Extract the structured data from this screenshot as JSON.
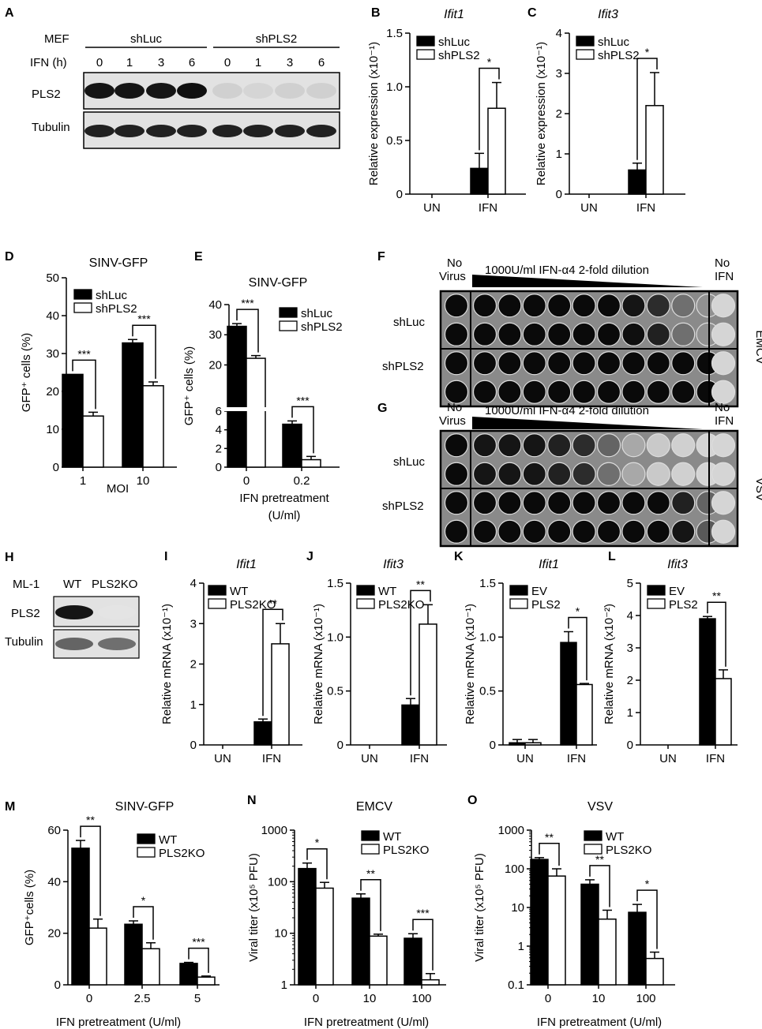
{
  "colors": {
    "black": "#000000",
    "white": "#ffffff",
    "blot_bg": "#e2e2e2",
    "band": "#101010",
    "plate_bg": "#8a8a8a"
  },
  "panelA": {
    "label": "A",
    "row_label_cells": "MEF",
    "row_label_time": "IFN (h)",
    "group_shLuc": "shLuc",
    "group_shPLS2": "shPLS2",
    "times": [
      "0",
      "1",
      "3",
      "6",
      "0",
      "1",
      "3",
      "6"
    ],
    "blot_PLS2": "PLS2",
    "blot_Tubulin": "Tubulin",
    "pls2_intensity": [
      0.95,
      0.95,
      0.95,
      0.98,
      0.12,
      0.1,
      0.12,
      0.12
    ],
    "tubulin_intensity": [
      0.9,
      0.9,
      0.9,
      0.9,
      0.9,
      0.9,
      0.9,
      0.9
    ]
  },
  "panelF": {
    "label": "F",
    "no_virus": [
      "No",
      "Virus"
    ],
    "dilution": "1000U/ml IFN-α4 2-fold dilution",
    "no_ifn": [
      "No",
      "IFN"
    ],
    "rows": [
      "shLuc",
      "shPLS2"
    ],
    "virus": "EMCV",
    "darkness": [
      [
        1,
        1,
        1,
        1,
        1,
        1,
        1,
        0.95,
        0.85,
        0.55,
        0.4,
        0.1
      ],
      [
        1,
        1,
        1,
        1,
        1,
        1,
        1,
        0.98,
        0.9,
        0.55,
        0.4,
        0.1
      ],
      [
        1,
        1,
        1,
        1,
        1,
        1,
        1,
        1,
        1,
        1,
        1,
        0.1
      ],
      [
        1,
        1,
        1,
        1,
        1,
        1,
        1,
        1,
        1,
        1,
        1,
        0.1
      ]
    ]
  },
  "panelG": {
    "label": "G",
    "no_virus": [
      "No",
      "Virus"
    ],
    "dilution": "1000U/ml IFN-α4 2-fold dilution",
    "no_ifn": [
      "No",
      "IFN"
    ],
    "rows": [
      "shLuc",
      "shPLS2"
    ],
    "virus": "VSV",
    "darkness": [
      [
        1,
        0.95,
        0.95,
        0.95,
        0.9,
        0.85,
        0.6,
        0.3,
        0.15,
        0.12,
        0.1,
        0.1
      ],
      [
        1,
        0.95,
        0.95,
        0.95,
        0.9,
        0.85,
        0.55,
        0.3,
        0.15,
        0.12,
        0.1,
        0.1
      ],
      [
        1,
        1,
        1,
        1,
        1,
        1,
        1,
        1,
        1,
        0.9,
        0.6,
        0.1
      ],
      [
        1,
        1,
        1,
        1,
        1,
        1,
        1,
        1,
        1,
        0.95,
        0.65,
        0.1
      ]
    ]
  },
  "panelH": {
    "label": "H",
    "row_label_cells": "ML-1",
    "lanes": [
      "WT",
      "PLS2KO"
    ],
    "blot_PLS2": "PLS2",
    "blot_Tubulin": "Tubulin",
    "pls2_intensity": [
      0.95,
      0.03
    ],
    "tubulin_intensity": [
      0.6,
      0.55
    ]
  },
  "chart_data": [
    {
      "id": "B",
      "label": "B",
      "type": "bar",
      "title": "Ifit1",
      "title_italic": true,
      "ylabel": "Relative expression (x10⁻¹)",
      "xlabel": "",
      "categories": [
        "UN",
        "IFN"
      ],
      "yticks": [
        "0",
        "0.5",
        "1.0",
        "1.5"
      ],
      "ylim": [
        0,
        1.5
      ],
      "series": [
        {
          "name": "shLuc",
          "fill": "black",
          "values": [
            0,
            0.24
          ],
          "errors": [
            0,
            0.14
          ]
        },
        {
          "name": "shPLS2",
          "fill": "white",
          "values": [
            0,
            0.8
          ],
          "errors": [
            0,
            0.24
          ]
        }
      ],
      "significance": [
        {
          "category": 1,
          "text": "*"
        }
      ]
    },
    {
      "id": "C",
      "label": "C",
      "type": "bar",
      "title": "Ifit3",
      "title_italic": true,
      "ylabel": "Relative expression (x10⁻¹)",
      "xlabel": "",
      "categories": [
        "UN",
        "IFN"
      ],
      "yticks": [
        "0",
        "1",
        "2",
        "3",
        "4"
      ],
      "ylim": [
        0,
        4
      ],
      "series": [
        {
          "name": "shLuc",
          "fill": "black",
          "values": [
            0,
            0.6
          ],
          "errors": [
            0,
            0.17
          ]
        },
        {
          "name": "shPLS2",
          "fill": "white",
          "values": [
            0,
            2.2
          ],
          "errors": [
            0,
            0.82
          ]
        }
      ],
      "significance": [
        {
          "category": 1,
          "text": "*"
        }
      ]
    },
    {
      "id": "D",
      "label": "D",
      "type": "bar",
      "title": "SINV-GFP",
      "ylabel": "GFP⁺ cells (%)",
      "xlabel": "MOI",
      "categories": [
        "1",
        "10"
      ],
      "yticks": [
        "0",
        "10",
        "20",
        "30",
        "40",
        "50"
      ],
      "ylim": [
        0,
        50
      ],
      "series": [
        {
          "name": "shLuc",
          "fill": "black",
          "values": [
            24.5,
            32.8
          ],
          "errors": [
            0,
            0.9
          ]
        },
        {
          "name": "shPLS2",
          "fill": "white",
          "values": [
            13.5,
            21.5
          ],
          "errors": [
            1,
            1
          ]
        }
      ],
      "significance": [
        {
          "category": 0,
          "text": "***"
        },
        {
          "category": 1,
          "text": "***"
        }
      ]
    },
    {
      "id": "E",
      "label": "E",
      "type": "bar",
      "title": "SINV-GFP",
      "ylabel": "GFP⁺ cells (%)",
      "xlabel": "IFN pretreatment (U/ml)",
      "categories": [
        "0",
        "0.2"
      ],
      "broken_axis": true,
      "ylim_lower": [
        0,
        6
      ],
      "ylim_upper": [
        6,
        40
      ],
      "yticks_lower": [
        "0",
        "2",
        "4",
        "6"
      ],
      "yticks_upper": [
        "20",
        "30",
        "40"
      ],
      "series": [
        {
          "name": "shLuc",
          "fill": "black",
          "values": [
            32.8,
            4.6
          ],
          "errors": [
            0.9,
            0.35
          ]
        },
        {
          "name": "shPLS2",
          "fill": "white",
          "values": [
            22.2,
            0.8
          ],
          "errors": [
            0.9,
            0.35
          ]
        }
      ],
      "significance": [
        {
          "category": 0,
          "text": "***"
        },
        {
          "category": 1,
          "text": "***"
        }
      ]
    },
    {
      "id": "I",
      "label": "I",
      "type": "bar",
      "title": "Ifit1",
      "title_italic": true,
      "ylabel": "Relative mRNA (x10⁻¹)",
      "xlabel": "",
      "categories": [
        "UN",
        "IFN"
      ],
      "yticks": [
        "0",
        "1",
        "2",
        "3",
        "4"
      ],
      "ylim": [
        0,
        4
      ],
      "series": [
        {
          "name": "WT",
          "fill": "black",
          "values": [
            0,
            0.57
          ],
          "errors": [
            0,
            0.07
          ]
        },
        {
          "name": "PLS2KO",
          "fill": "white",
          "values": [
            0,
            2.5
          ],
          "errors": [
            0,
            0.5
          ]
        }
      ],
      "significance": [
        {
          "category": 1,
          "text": "**"
        }
      ]
    },
    {
      "id": "J",
      "label": "J",
      "type": "bar",
      "title": "Ifit3",
      "title_italic": true,
      "ylabel": "Relative mRNA (x10⁻¹)",
      "xlabel": "",
      "categories": [
        "UN",
        "IFN"
      ],
      "yticks": [
        "0",
        "0.5",
        "1.0",
        "1.5"
      ],
      "ylim": [
        0,
        1.5
      ],
      "series": [
        {
          "name": "WT",
          "fill": "black",
          "values": [
            0,
            0.37
          ],
          "errors": [
            0,
            0.06
          ]
        },
        {
          "name": "PLS2KO",
          "fill": "white",
          "values": [
            0,
            1.12
          ],
          "errors": [
            0,
            0.18
          ]
        }
      ],
      "significance": [
        {
          "category": 1,
          "text": "**"
        }
      ]
    },
    {
      "id": "K",
      "label": "K",
      "type": "bar",
      "title": "Ifit1",
      "title_italic": true,
      "ylabel": "Relative mRNA (x10⁻¹)",
      "xlabel": "",
      "categories": [
        "UN",
        "IFN"
      ],
      "yticks": [
        "0",
        "0.5",
        "1.0",
        "1.5"
      ],
      "ylim": [
        0,
        1.5
      ],
      "series": [
        {
          "name": "EV",
          "fill": "black",
          "values": [
            0.02,
            0.95
          ],
          "errors": [
            0.03,
            0.1
          ]
        },
        {
          "name": "PLS2",
          "fill": "white",
          "values": [
            0.02,
            0.56
          ],
          "errors": [
            0.03,
            0.01
          ]
        }
      ],
      "significance": [
        {
          "category": 1,
          "text": "*"
        }
      ]
    },
    {
      "id": "L",
      "label": "L",
      "type": "bar",
      "title": "Ifit3",
      "title_italic": true,
      "ylabel": "Relative mRNA (x10⁻²)",
      "xlabel": "",
      "categories": [
        "UN",
        "IFN"
      ],
      "yticks": [
        "0",
        "1",
        "2",
        "3",
        "4",
        "5"
      ],
      "ylim": [
        0,
        5
      ],
      "series": [
        {
          "name": "EV",
          "fill": "black",
          "values": [
            0,
            3.9
          ],
          "errors": [
            0,
            0.07
          ]
        },
        {
          "name": "PLS2",
          "fill": "white",
          "values": [
            0,
            2.05
          ],
          "errors": [
            0,
            0.27
          ]
        }
      ],
      "significance": [
        {
          "category": 1,
          "text": "**"
        }
      ]
    },
    {
      "id": "M",
      "label": "M",
      "type": "bar",
      "title": "SINV-GFP",
      "ylabel": "GFP⁺cells (%)",
      "xlabel": "IFN pretreatment  (U/ml)",
      "categories": [
        "0",
        "2.5",
        "5"
      ],
      "yticks": [
        "0",
        "20",
        "40",
        "60"
      ],
      "ylim": [
        0,
        60
      ],
      "series": [
        {
          "name": "WT",
          "fill": "black",
          "values": [
            53,
            23.5,
            8.3
          ],
          "errors": [
            3,
            1.3,
            0.4
          ]
        },
        {
          "name": "PLS2KO",
          "fill": "white",
          "values": [
            22,
            14,
            3
          ],
          "errors": [
            3.5,
            2.3,
            0.4
          ]
        }
      ],
      "significance": [
        {
          "category": 0,
          "text": "**"
        },
        {
          "category": 1,
          "text": "*"
        },
        {
          "category": 2,
          "text": "***"
        }
      ]
    },
    {
      "id": "N",
      "label": "N",
      "type": "bar",
      "title": "EMCV",
      "ylabel": "Viral titer (x10⁵ PFU)",
      "xlabel": "IFN pretreatment (U/ml)",
      "categories": [
        "0",
        "10",
        "100"
      ],
      "yscale": "log",
      "ylim": [
        1,
        1000
      ],
      "yticks": [
        "1",
        "10",
        "100",
        "1000"
      ],
      "series": [
        {
          "name": "WT",
          "fill": "black",
          "values": [
            180,
            48,
            8
          ],
          "errors_up": [
            230,
            58,
            9.8
          ]
        },
        {
          "name": "PLS2KO",
          "fill": "white",
          "values": [
            75,
            8.8,
            1.25
          ],
          "errors_up": [
            97,
            9.6,
            1.65
          ]
        }
      ],
      "significance": [
        {
          "category": 0,
          "text": "*"
        },
        {
          "category": 1,
          "text": "**"
        },
        {
          "category": 2,
          "text": "***"
        }
      ]
    },
    {
      "id": "O",
      "label": "O",
      "type": "bar",
      "title": "VSV",
      "ylabel": "Viral titer (x10⁵ PFU)",
      "xlabel": "IFN pretreatment (U/ml)",
      "categories": [
        "0",
        "10",
        "100"
      ],
      "yscale": "log",
      "ylim": [
        0.1,
        1000
      ],
      "yticks": [
        "0.1",
        "1",
        "10",
        "100",
        "1000"
      ],
      "series": [
        {
          "name": "WT",
          "fill": "black",
          "values": [
            175,
            40,
            7.5
          ],
          "errors_up": [
            195,
            52,
            12
          ]
        },
        {
          "name": "PLS2KO",
          "fill": "white",
          "values": [
            65,
            5,
            0.48
          ],
          "errors_up": [
            100,
            8.5,
            0.7
          ]
        }
      ],
      "significance": [
        {
          "category": 0,
          "text": "**"
        },
        {
          "category": 1,
          "text": "**"
        },
        {
          "category": 2,
          "text": "*"
        }
      ]
    }
  ]
}
